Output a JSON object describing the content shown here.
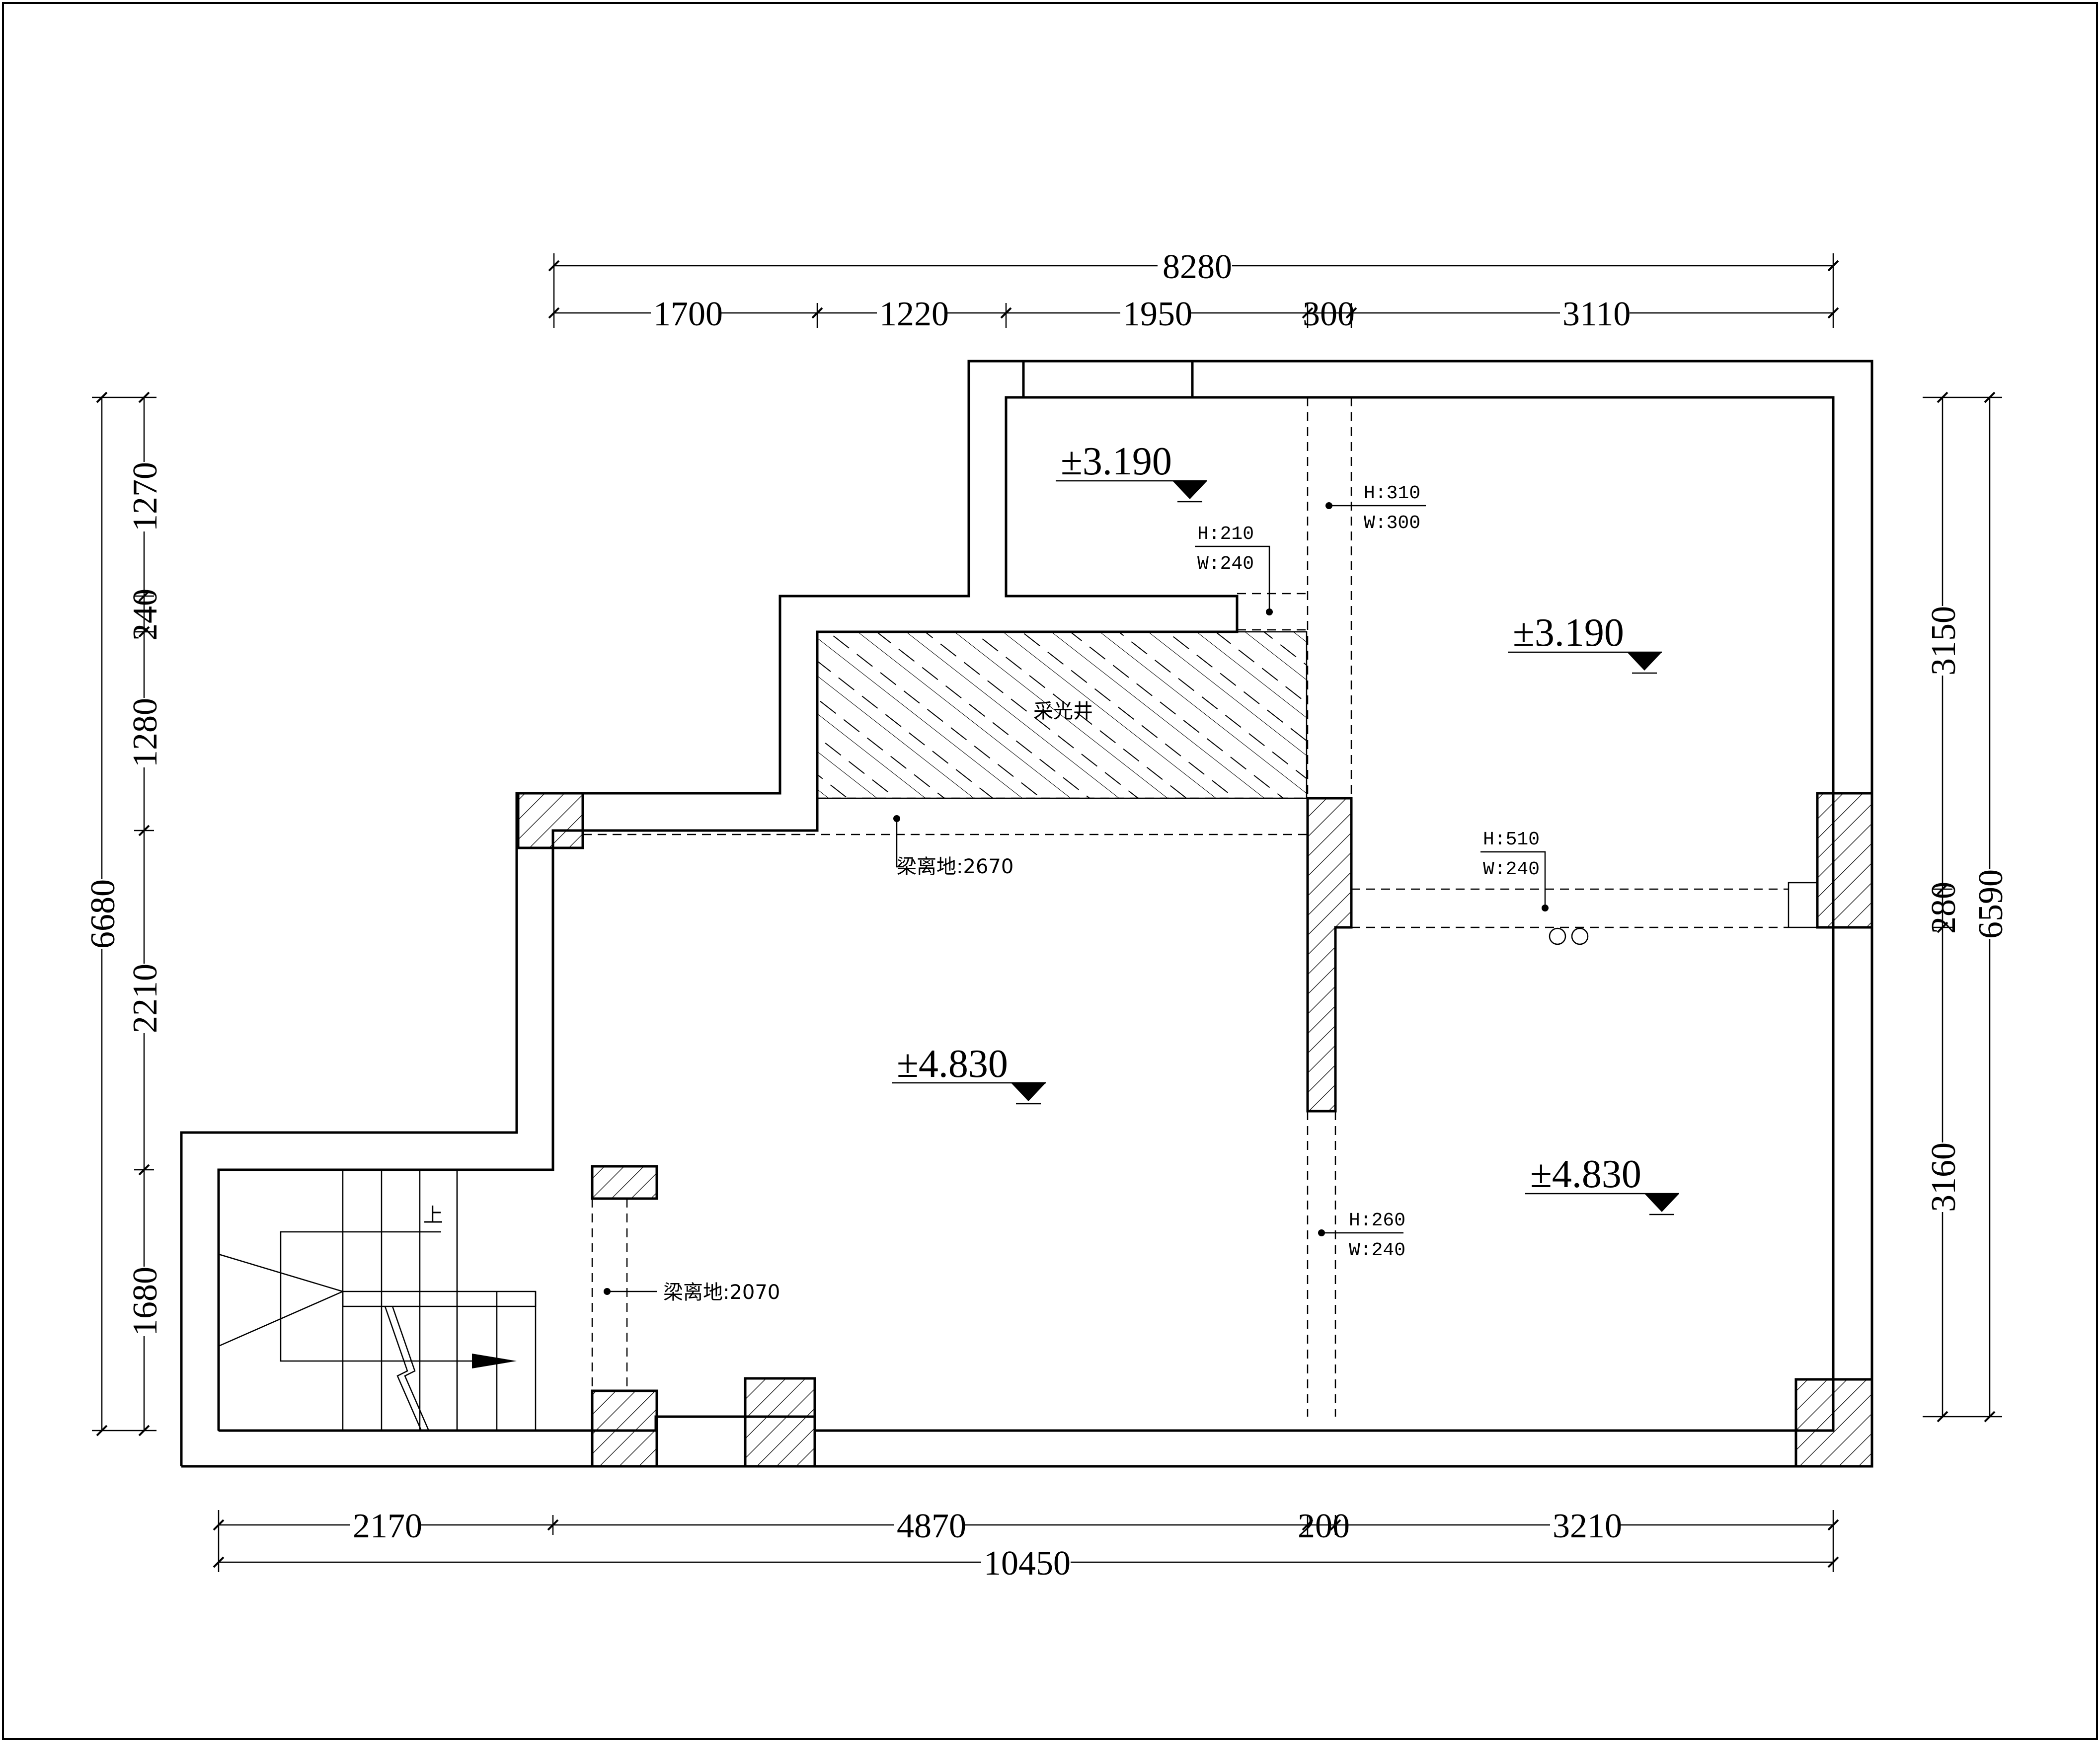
{
  "dimensions": {
    "top_overall": "8280",
    "top_segments": [
      "1700",
      "1220",
      "1950",
      "300",
      "3110"
    ],
    "bottom_segments": [
      "2170",
      "4870",
      "200",
      "3210"
    ],
    "bottom_overall": "10450",
    "left_overall": "6680",
    "left_segments": [
      "1270",
      "240",
      "1280",
      "2210",
      "1680"
    ],
    "right_segments": [
      "3150",
      "280",
      "3160"
    ],
    "right_overall": "6590"
  },
  "levels": {
    "upper_left": "±3.190",
    "upper_right": "±3.190",
    "lower_left": "±4.830",
    "lower_right": "±4.830"
  },
  "beams": {
    "b1_h": "H:210",
    "b1_w": "W:240",
    "b2_h": "H:310",
    "b2_w": "W:300",
    "b3_h": "H:510",
    "b3_w": "W:240",
    "b4_h": "H:260",
    "b4_w": "W:240",
    "beam_left_upper": "梁离地:2670",
    "beam_left_lower": "梁离地:2070"
  },
  "labels": {
    "lightwell": "采光井",
    "stair_up": "上"
  }
}
